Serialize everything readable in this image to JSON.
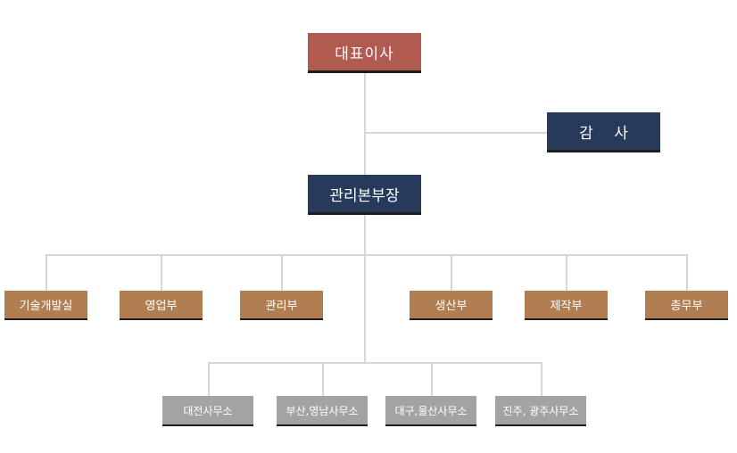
{
  "org": {
    "ceo": "대표이사",
    "audit": "감 사",
    "hq": "관리본부장",
    "departments": [
      "기술개발실",
      "영업부",
      "관리부",
      "생산부",
      "제작부",
      "총무부"
    ],
    "offices": [
      "대전사무소",
      "부산,영남사무소",
      "대구,울산사무소",
      "진주, 광주사무소"
    ]
  },
  "colors": {
    "ceo": "#b05a50",
    "navy": "#283a5c",
    "department": "#b17d52",
    "office": "#a3a3a3",
    "connector": "#d6d6d6"
  }
}
